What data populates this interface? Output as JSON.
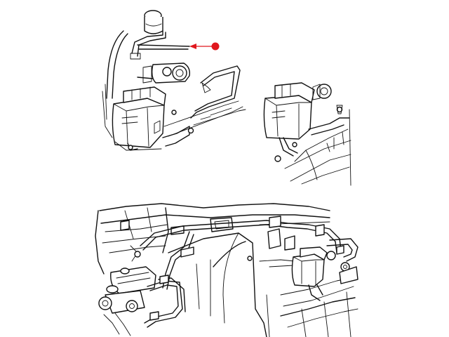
{
  "diagram": {
    "background": "#ffffff",
    "line_color": "#111111",
    "callout_color": "#e0171d",
    "panels": [
      {
        "name": "abs-module-detail-top-left"
      },
      {
        "name": "abs-module-detail-top-right"
      },
      {
        "name": "engine-bay-brake-line-routing"
      }
    ],
    "callout": {
      "points_to": "brake-line"
    }
  }
}
